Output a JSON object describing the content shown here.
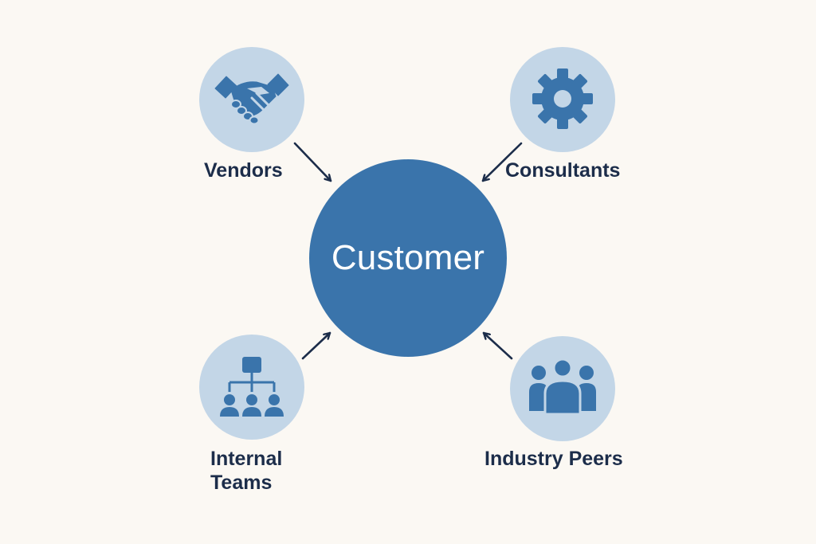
{
  "center": {
    "label": "Customer",
    "color": "#3a74ab"
  },
  "nodes": [
    {
      "id": "vendors",
      "label": "Vendors",
      "icon": "handshake-icon"
    },
    {
      "id": "consultants",
      "label": "Consultants",
      "icon": "gear-icon"
    },
    {
      "id": "internal-teams",
      "label_lines": [
        "Internal",
        "Teams"
      ],
      "icon": "org-chart-icon"
    },
    {
      "id": "industry-peers",
      "label": "Industry Peers",
      "icon": "people-group-icon"
    }
  ],
  "colors": {
    "background": "#fbf8f3",
    "icon_circle": "#c3d6e7",
    "icon": "#3a74ab",
    "text": "#1c2d4a",
    "arrow": "#1c2d4a"
  }
}
